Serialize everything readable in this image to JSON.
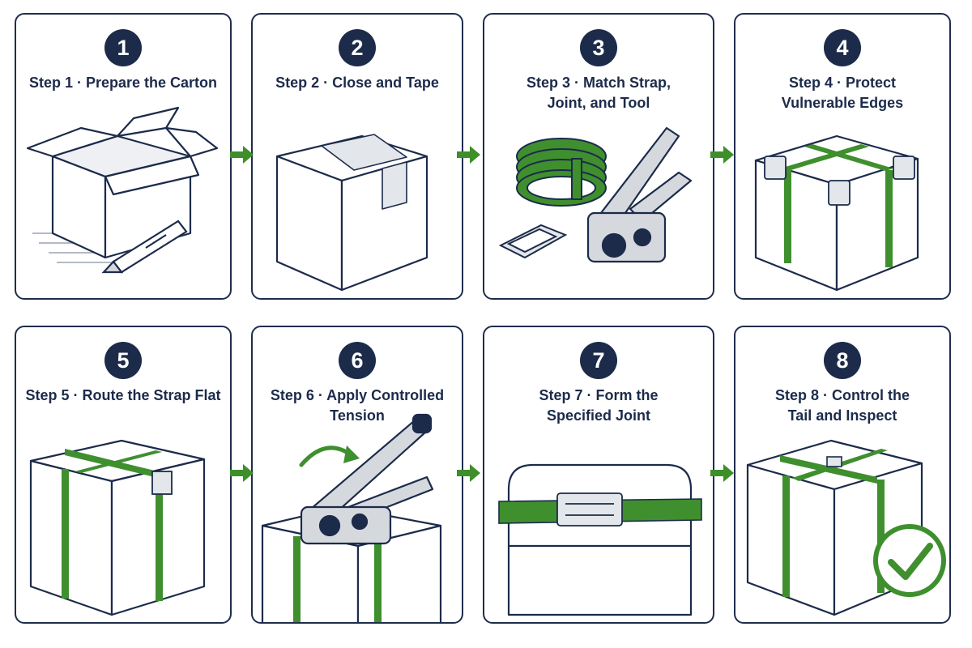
{
  "steps": [
    {
      "number": "1",
      "title_lines": [
        "Step 1 · Prepare the Carton"
      ]
    },
    {
      "number": "2",
      "title_lines": [
        "Step 2 · Close and Tape"
      ]
    },
    {
      "number": "3",
      "title_lines": [
        "Step 3 · Match Strap,",
        "Joint, and Tool"
      ]
    },
    {
      "number": "4",
      "title_lines": [
        "Step 4 · Protect",
        "Vulnerable Edges"
      ]
    },
    {
      "number": "5",
      "title_lines": [
        "Step 5 · Route the Strap Flat"
      ]
    },
    {
      "number": "6",
      "title_lines": [
        "Step 6 · Apply Controlled",
        "Tension"
      ]
    },
    {
      "number": "7",
      "title_lines": [
        "Step 7 · Form the",
        "Specified Joint"
      ]
    },
    {
      "number": "8",
      "title_lines": [
        "Step 8 · Control the",
        "Tail and Inspect"
      ]
    }
  ],
  "colors": {
    "navy": "#1c2b4a",
    "strap_green": "#3f8f2e",
    "arrow_green": "#3e8e2a",
    "metal": "#d5d9de"
  },
  "icons": [
    "open-carton-icon",
    "box-cutter-icon",
    "taped-box-icon",
    "strap-coil-icon",
    "strap-buckle-icon",
    "tensioner-tool-icon",
    "edge-protector-icon",
    "strapped-box-icon",
    "tension-arrow-icon",
    "joint-seal-icon",
    "checkmark-icon"
  ]
}
